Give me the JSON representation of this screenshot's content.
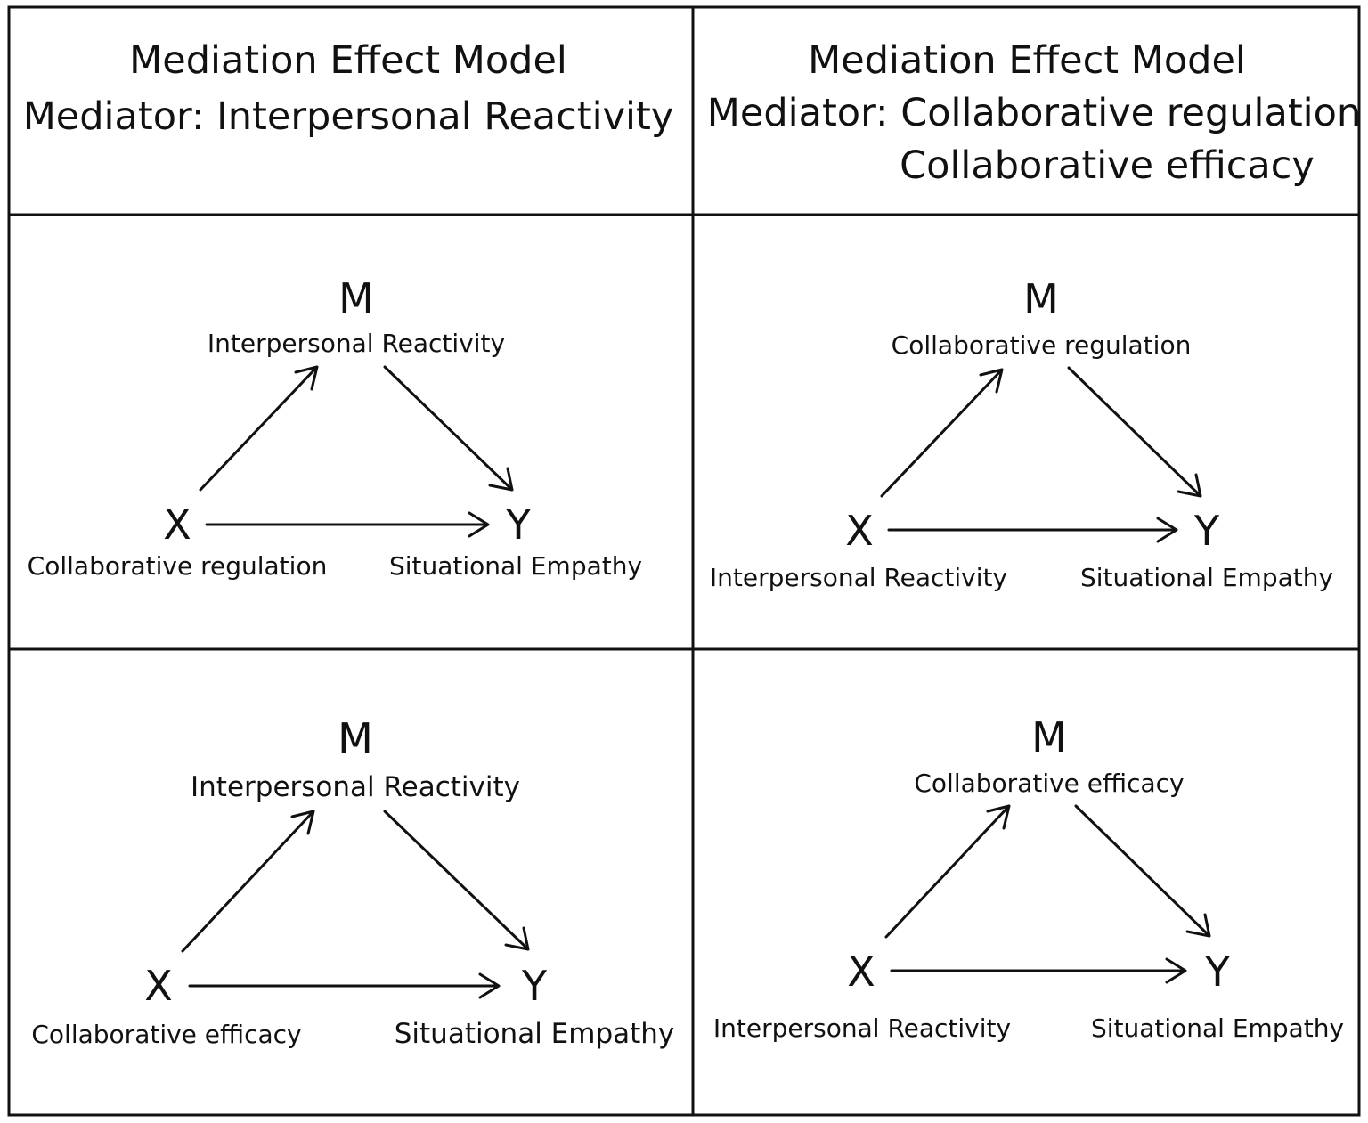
{
  "headers": {
    "left": {
      "title": "Mediation Effect Model",
      "mediator_line": "Mediator:  Interpersonal Reactivity"
    },
    "right": {
      "title": "Mediation Effect Model",
      "mediator_line": "Mediator: Collaborative regulation",
      "mediator_line_2": "Collaborative efficacy"
    }
  },
  "models": [
    {
      "m_letter": "M",
      "m_label": "Interpersonal Reactivity",
      "x_letter": "X",
      "x_label": "Collaborative regulation",
      "y_letter": "Y",
      "y_label": "Situational Empathy"
    },
    {
      "m_letter": "M",
      "m_label": "Collaborative regulation",
      "x_letter": "X",
      "x_label": "Interpersonal Reactivity",
      "y_letter": "Y",
      "y_label": "Situational Empathy"
    },
    {
      "m_letter": "M",
      "m_label": "Interpersonal Reactivity",
      "x_letter": "X",
      "x_label": "Collaborative efficacy",
      "y_letter": "Y",
      "y_label": "Situational Empathy"
    },
    {
      "m_letter": "M",
      "m_label": "Collaborative efficacy",
      "x_letter": "X",
      "x_label": "Interpersonal Reactivity",
      "y_letter": "Y",
      "y_label": "Situational Empathy"
    }
  ]
}
